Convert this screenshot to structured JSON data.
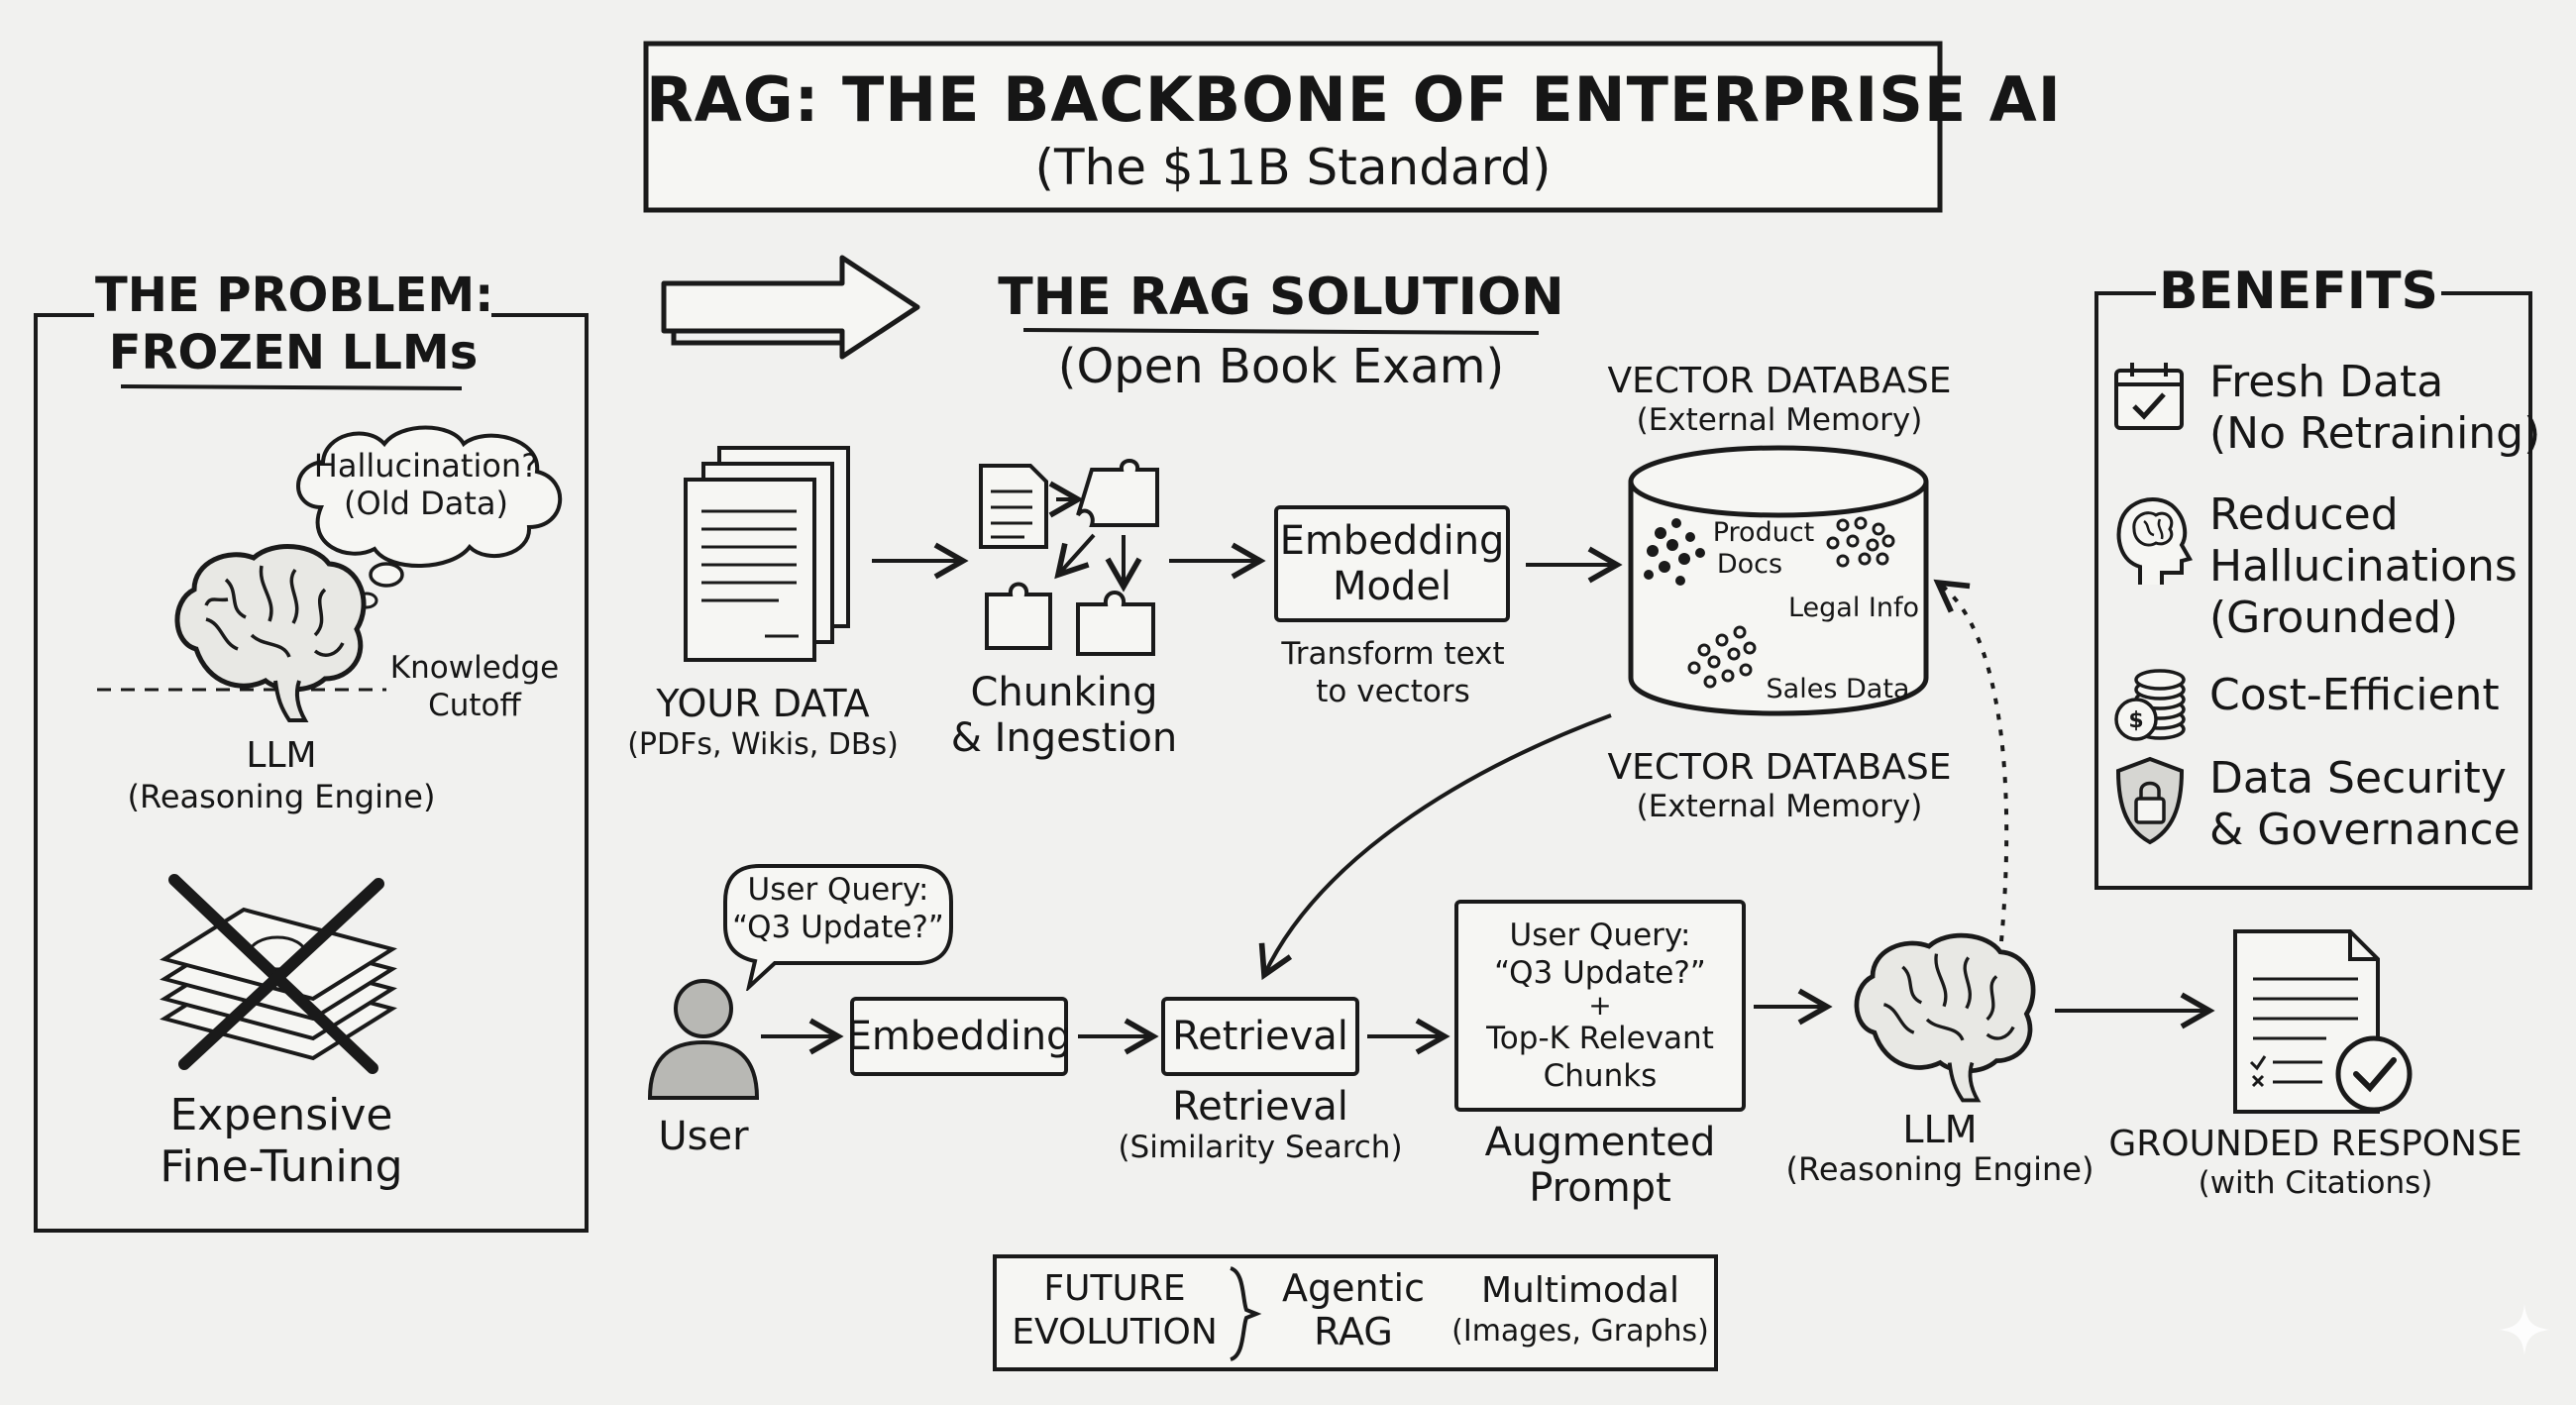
{
  "title": {
    "line1": "RAG: THE BACKBONE OF ENTERPRISE AI",
    "line2": "(The $11B Standard)"
  },
  "problem": {
    "heading_line1": "THE PROBLEM:",
    "heading_line2": "FROZEN LLMs",
    "bubble_line1": "Hallucination?",
    "bubble_line2": "(Old Data)",
    "cutoff_line1": "Knowledge",
    "cutoff_line2": "Cutoff",
    "llm_label": "LLM",
    "llm_sub": "(Reasoning Engine)",
    "finetune_line1": "Expensive",
    "finetune_line2": "Fine-Tuning"
  },
  "solution": {
    "heading": "THE RAG SOLUTION",
    "subheading": "(Open Book Exam)"
  },
  "ingestion": {
    "your_data": "YOUR DATA",
    "your_data_sub": "(PDFs, Wikis, DBs)",
    "chunking_line1": "Chunking",
    "chunking_line2": "& Ingestion",
    "embedding_model_line1": "Embedding",
    "embedding_model_line2": "Model",
    "transform_line1": "Transform text",
    "transform_line2": "to vectors"
  },
  "vector_db": {
    "top_title": "VECTOR DATABASE",
    "top_sub": "(External Memory)",
    "cluster_product_line1": "Product",
    "cluster_product_line2": "Docs",
    "cluster_legal": "Legal Info",
    "cluster_sales": "Sales Data",
    "bottom_title": "VECTOR DATABASE",
    "bottom_sub": "(External Memory)"
  },
  "query_flow": {
    "bubble_line1": "User Query:",
    "bubble_line2": "“Q3 Update?”",
    "user_label": "User",
    "embedding": "Embedding",
    "retrieval_box": "Retrieval",
    "retrieval_label": "Retrieval",
    "retrieval_sub": "(Similarity Search)",
    "prompt_line1": "User Query:",
    "prompt_line2": "“Q3 Update?”",
    "prompt_plus": "+",
    "prompt_line3": "Top-K Relevant",
    "prompt_line4": "Chunks",
    "augmented_line1": "Augmented",
    "augmented_line2": "Prompt",
    "llm_label": "LLM",
    "llm_sub": "(Reasoning Engine)",
    "response": "GROUNDED RESPONSE",
    "response_sub": "(with Citations)"
  },
  "benefits": {
    "heading": "BENEFITS",
    "items": [
      {
        "line1": "Fresh Data",
        "line2": "(No Retraining)",
        "line3": "",
        "icon": "calendar-check-icon"
      },
      {
        "line1": "Reduced",
        "line2": "Hallucinations",
        "line3": "(Grounded)",
        "icon": "head-brain-icon"
      },
      {
        "line1": "Cost-Efficient",
        "line2": "",
        "line3": "",
        "icon": "coin-stack-icon"
      },
      {
        "line1": "Data Security",
        "line2": "& Governance",
        "line3": "",
        "icon": "shield-lock-icon"
      }
    ]
  },
  "future": {
    "label_line1": "FUTURE",
    "label_line2": "EVOLUTION",
    "agentic_line1": "Agentic",
    "agentic_line2": "RAG",
    "multimodal_line1": "Multimodal",
    "multimodal_line2": "(Images, Graphs)"
  }
}
